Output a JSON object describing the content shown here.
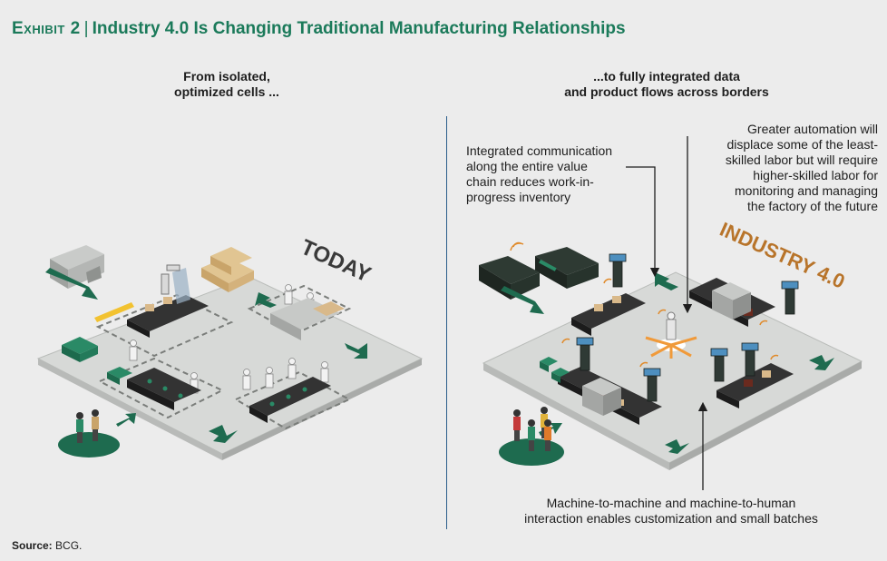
{
  "title": {
    "exhibit": "Exhibit 2",
    "separator": "|",
    "text": "Industry 4.0 Is Changing Traditional Manufacturing Relationships"
  },
  "left": {
    "header_line1": "From isolated,",
    "header_line2": "optimized cells ...",
    "stamp": "TODAY"
  },
  "right": {
    "header_line1": "...to fully integrated data",
    "header_line2": "and product flows across borders",
    "stamp": "INDUSTRY 4.0",
    "note_integrated": [
      "Integrated communication",
      "along the entire value",
      "chain reduces work-in-",
      "progress inventory"
    ],
    "note_automation": [
      "Greater automation will",
      "displace some of the least-",
      "skilled labor but will require",
      "higher-skilled labor for",
      "monitoring and managing",
      "the factory of the future"
    ],
    "note_m2m": [
      "Machine-to-machine and machine-to-human",
      "interaction enables customization and small batches"
    ]
  },
  "source": {
    "label": "Source:",
    "text": "BCG."
  },
  "colors": {
    "title": "#1b7a5a",
    "accent_green": "#1e6b4f",
    "stamp_today": "#3a3a3a",
    "stamp_industry": "#b8742a",
    "divider": "#2a5d8a",
    "floor": "#d6d8d6"
  }
}
